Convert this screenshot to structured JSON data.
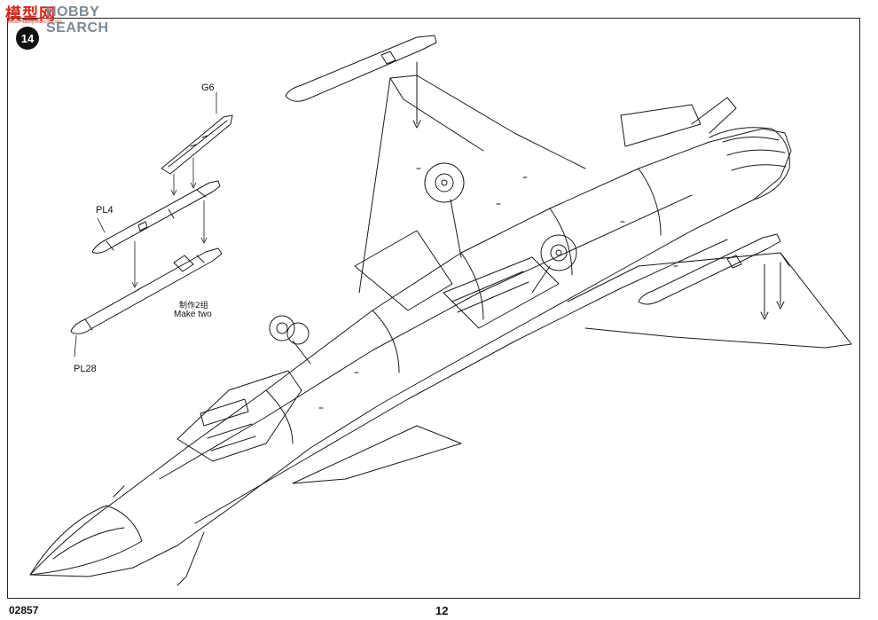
{
  "watermark": {
    "cn": "模型网",
    "en": "HOBBY SEARCH",
    "sub": "www.hobbysearch.com"
  },
  "step": {
    "number": "14"
  },
  "parts": {
    "g6": "G6",
    "pl4": "PL4",
    "pl28": "PL28"
  },
  "note": {
    "cn": "制作2组",
    "en": "Make two"
  },
  "footer": {
    "code": "02857",
    "page": "12"
  }
}
